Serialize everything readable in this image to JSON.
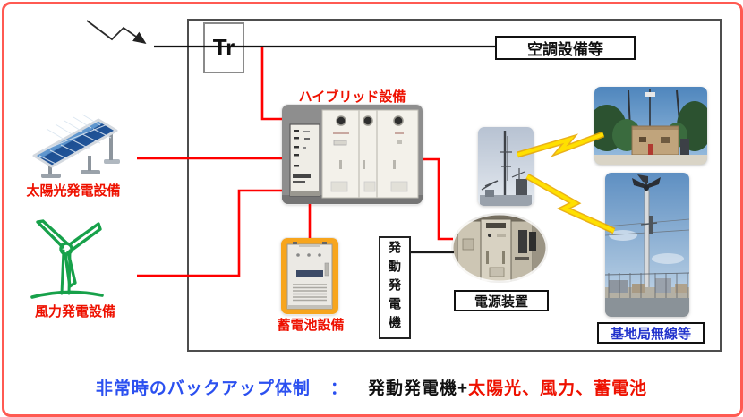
{
  "diagram": {
    "tr_label": "Tr",
    "aircon_label": "空調設備等",
    "hybrid_label": "ハイブリッド設備",
    "solar_label": "太陽光発電設備",
    "wind_label": "風力発電設備",
    "battery_label": "蓄電池設備",
    "generator_label": "発動発電機",
    "power_supply_label": "電源装置",
    "base_station_label": "基地局無線等"
  },
  "caption": {
    "prefix": "非常時のバックアップ体制",
    "colon": "：",
    "black_part": "発動発電機+",
    "red_part": "太陽光、風力、蓄電池"
  },
  "colors": {
    "outer_border": "#ff5a52",
    "inner_border": "#4d4d4d",
    "red_line": "#ff0000",
    "black_line": "#111111",
    "label_red": "#ee1100",
    "caption_blue": "#2b50f0",
    "base_station_blue": "#2233cc",
    "lightning_yellow": "#ffd400",
    "battery_bg_orange": "#f7a51d"
  }
}
